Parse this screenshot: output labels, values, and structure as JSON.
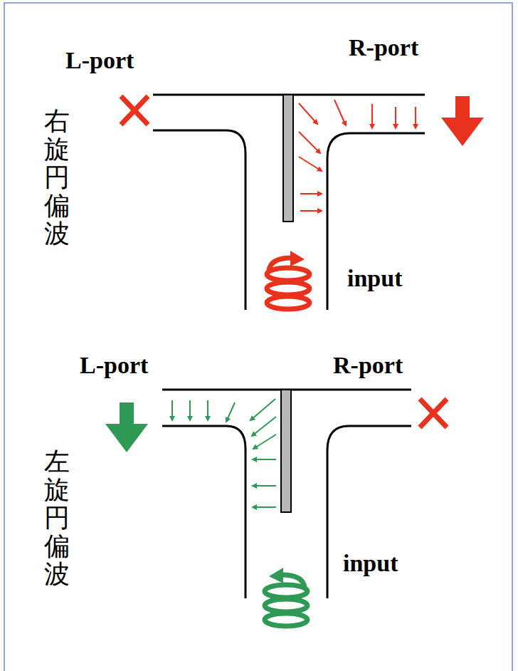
{
  "diagram": {
    "labels": [
      "L-port",
      "R-port",
      "右旋円偏波",
      "input",
      "L-port",
      "R-port",
      "左旋円偏波",
      "input"
    ]
  }
}
